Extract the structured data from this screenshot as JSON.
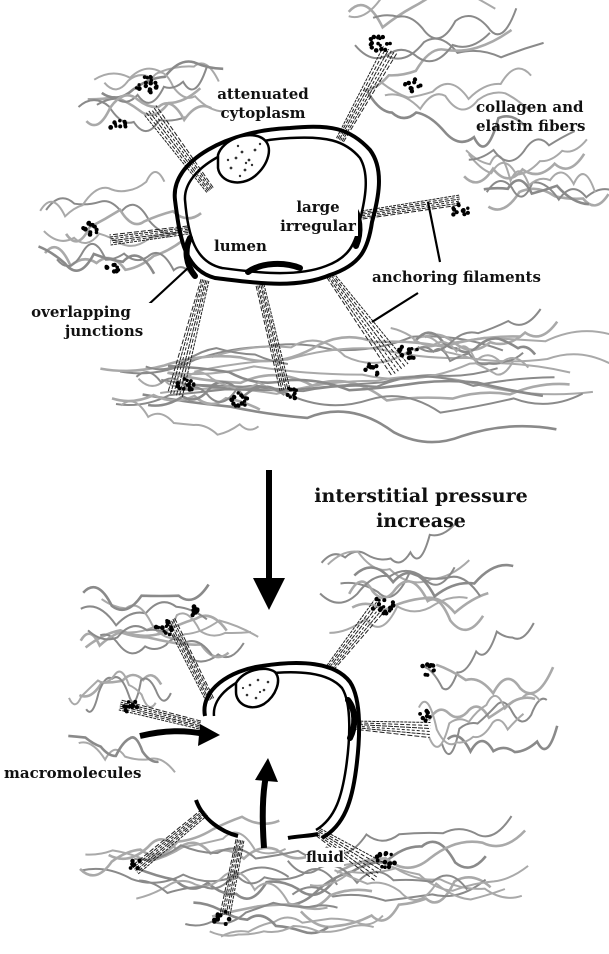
{
  "top_diagram": {
    "labels": {
      "attenuated_cytoplasm": [
        "attenuated",
        "cytoplasm"
      ],
      "fibers": [
        "collagen and",
        "elastin fibers"
      ],
      "lumen": [
        "large",
        "irregular",
        "lumen"
      ],
      "anchoring_filaments": "anchoring filaments",
      "overlapping_junctions": [
        "overlapping",
        "junctions"
      ]
    }
  },
  "transition": {
    "caption": [
      "interstitial pressure",
      "increase"
    ]
  },
  "bottom_diagram": {
    "labels": {
      "macromolecules": "macromolecules",
      "fluid": "fluid"
    }
  }
}
